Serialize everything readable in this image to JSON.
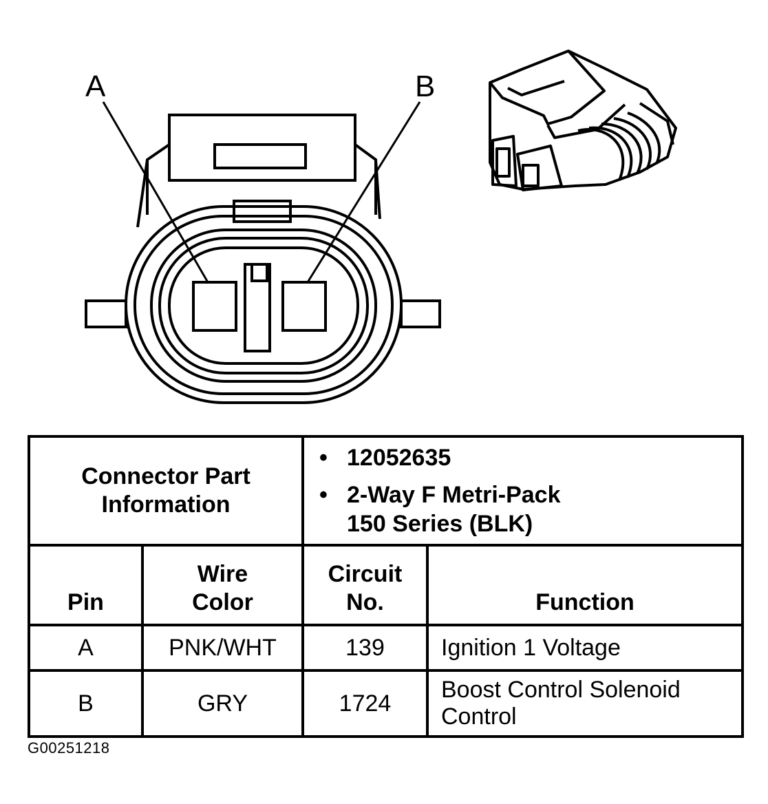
{
  "diagram": {
    "pin_labels": [
      "A",
      "B"
    ]
  },
  "table": {
    "header_label_line1": "Connector Part",
    "header_label_line2": "Information",
    "part_info": [
      "12052635",
      "2-Way F Metri-Pack",
      "150 Series (BLK)"
    ],
    "columns": {
      "pin": "Pin",
      "wire_color_line1": "Wire",
      "wire_color_line2": "Color",
      "circuit_line1": "Circuit",
      "circuit_line2": "No.",
      "function": "Function"
    },
    "rows": [
      {
        "pin": "A",
        "wire_color": "PNK/WHT",
        "circuit": "139",
        "function_line1": "Ignition 1 Voltage",
        "function_line2": ""
      },
      {
        "pin": "B",
        "wire_color": "GRY",
        "circuit": "1724",
        "function_line1": "Boost Control Solenoid",
        "function_line2": "Control"
      }
    ]
  },
  "footer_code": "G00251218"
}
